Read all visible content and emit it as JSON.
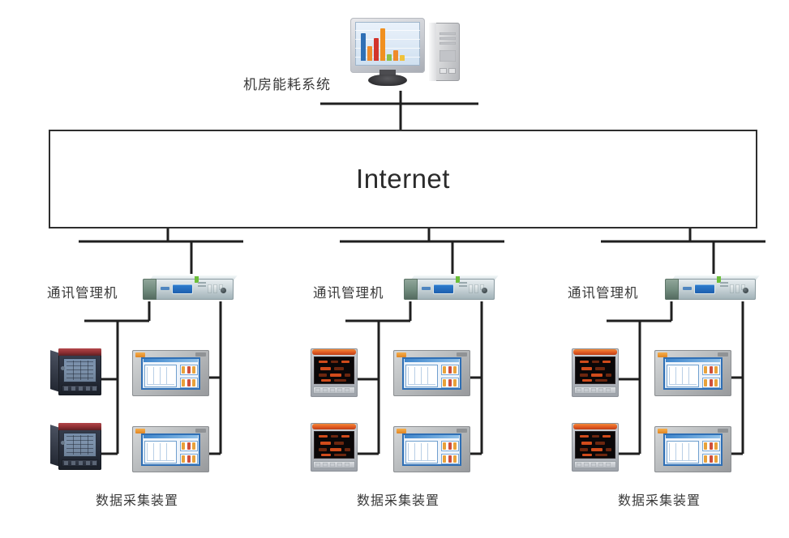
{
  "diagram": {
    "title_label": "机房能耗系统",
    "internet_label": "Internet",
    "groups": [
      {
        "comm_label": "通讯管理机",
        "bottom_label": "数据采集装置"
      },
      {
        "comm_label": "通讯管理机",
        "bottom_label": "数据采集装置"
      },
      {
        "comm_label": "通讯管理机",
        "bottom_label": "数据采集装置"
      }
    ],
    "icons": {
      "monitor": "monitor-chart-icon",
      "server": "server-tower-icon",
      "comm_unit": "communication-manager-icon",
      "relay_meter": "power-relay-meter-icon",
      "led_meter": "led-display-meter-icon",
      "hmi_panel": "hmi-touch-panel-icon"
    },
    "colors": {
      "line": "#1f1f1f",
      "box_border": "#2e2e2e",
      "text": "#3a3a3a",
      "internet_text": "#2b2b2b",
      "relay_cap": "#8e2f33",
      "led_cap": "#e25a22",
      "led_digit": "#e2511d",
      "lcd_blue": "#1d5fae",
      "hmi_frame": "#2f6fb5",
      "status_green": "#6dbf3a"
    },
    "monitor_chart": {
      "type": "bar",
      "values": [
        34,
        18,
        28,
        40,
        8,
        13,
        7
      ],
      "colors": [
        "#2f6fb5",
        "#ef8b2c",
        "#d2332c",
        "#f09020",
        "#8cc04a",
        "#ef8b2c",
        "#f0c23a"
      ]
    }
  }
}
